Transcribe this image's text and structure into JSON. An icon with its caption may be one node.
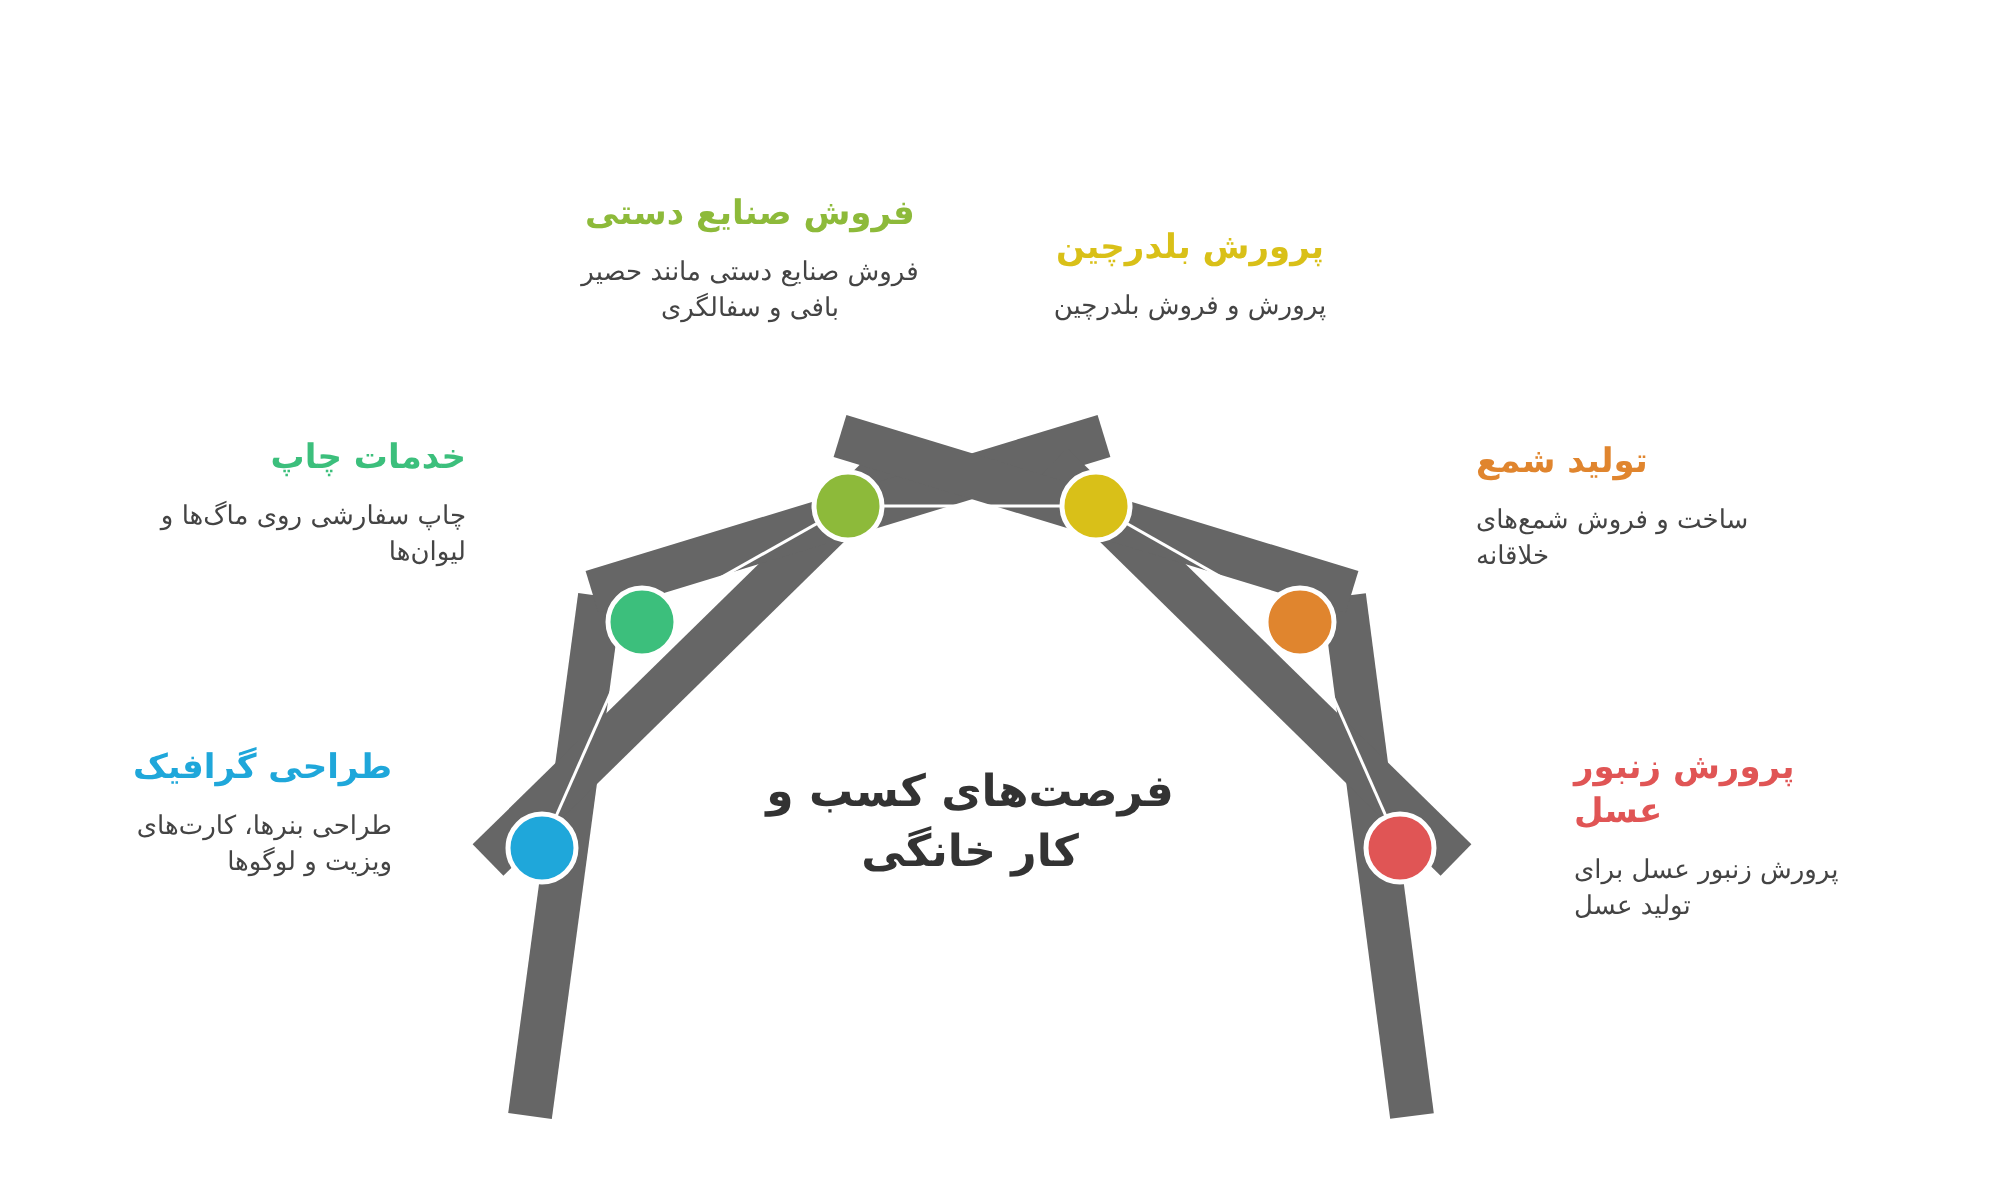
{
  "diagram": {
    "title": "فرصت‌های کسب و کار خانگی",
    "nodes": [
      {
        "text": [
          "فروش صنایع دستی",
          "فروش صنایع دستی مانند حصیر بافی و سفالگری"
        ]
      },
      {
        "text": [
          "پرورش بلدرچین",
          "پرورش و فروش بلدرچین"
        ]
      },
      {
        "text": [
          "خدمات چاپ",
          "چاپ سفارشی روی ماگ‌ها و لیوان‌ها"
        ]
      },
      {
        "text": [
          "تولید شمع",
          "ساخت و فروش شمع‌های خلاقانه"
        ]
      },
      {
        "text": [
          "طراحی گرافیک",
          "طراحی بنرها، کارت‌های ویزیت و لوگوها"
        ]
      },
      {
        "text": [
          "پرورش زنبور عسل",
          "پرورش زنبور عسل برای تولید عسل"
        ]
      }
    ]
  }
}
